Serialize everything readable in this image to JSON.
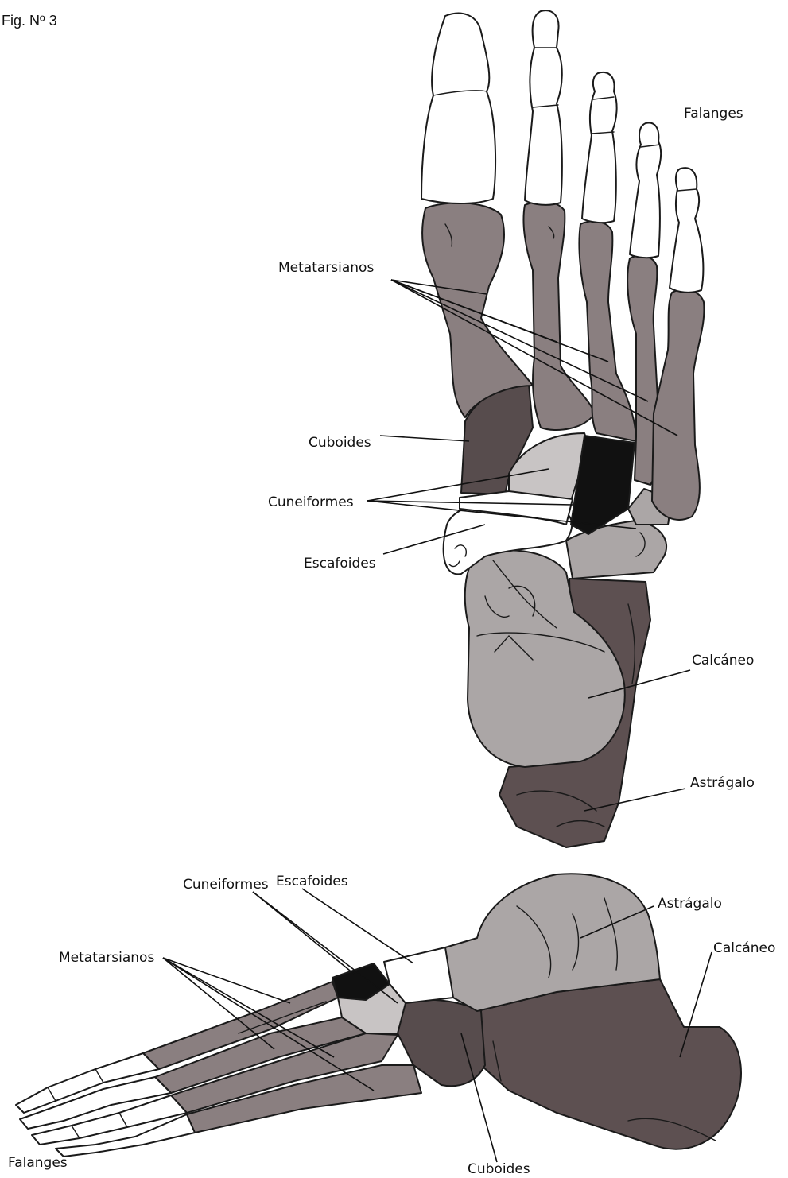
{
  "figure_label": "Fig. Nº 3",
  "colors": {
    "phalanx": "#ffffff",
    "metatarsal": "#8a7f80",
    "cuboid": "#574c4d",
    "cuneiform_light": "#c8c4c4",
    "cuneiform_dark": "#111111",
    "navicular": "#ffffff",
    "talus": "#aba6a6",
    "calcaneus": "#5d5051",
    "outline": "#1a1a1a"
  },
  "top_view": {
    "labels": {
      "falanges": "Falanges",
      "metatarsianos": "Metatarsianos",
      "cuboides": "Cuboides",
      "cuneiformes": "Cuneiformes",
      "escafoides": "Escafoides",
      "calcaneo": "Calcáneo",
      "astragalo": "Astrágalo"
    }
  },
  "side_view": {
    "labels": {
      "cuneiformes": "Cuneiformes",
      "escafoides": "Escafoides",
      "astragalo": "Astrágalo",
      "calcaneo": "Calcáneo",
      "metatarsianos": "Metatarsianos",
      "falanges": "Falanges",
      "cuboides": "Cuboides"
    }
  }
}
